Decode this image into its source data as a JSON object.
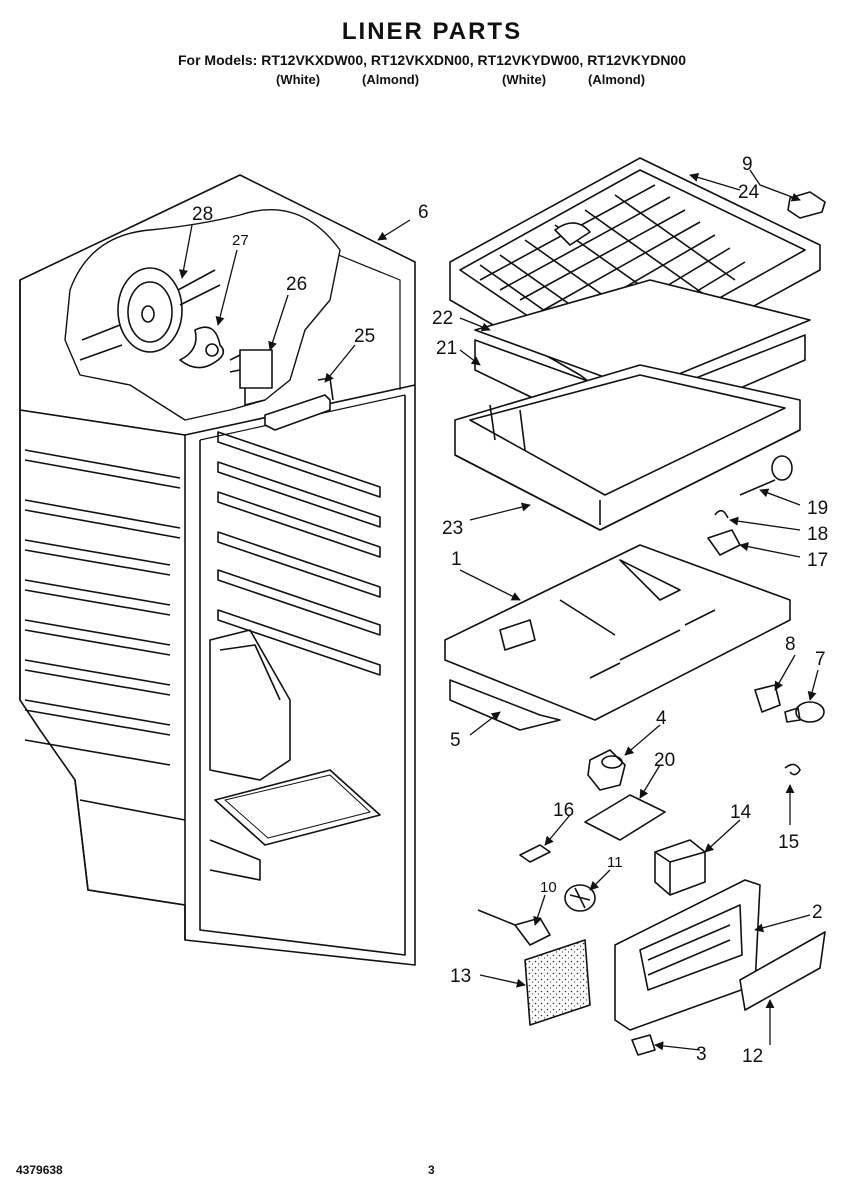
{
  "header": {
    "title": "LINER PARTS",
    "models_line": "For Models: RT12VKXDW00, RT12VKXDN00, RT12VKYDW00, RT12VKYDN00",
    "colors": [
      "(White)",
      "(Almond)",
      "(White)",
      "(Almond)"
    ]
  },
  "parts": {
    "p1": "1",
    "p2": "2",
    "p3": "3",
    "p4": "4",
    "p5": "5",
    "p6": "6",
    "p7": "7",
    "p8": "8",
    "p9": "9",
    "p10": "10",
    "p11": "11",
    "p12": "12",
    "p13": "13",
    "p14": "14",
    "p15": "15",
    "p16": "16",
    "p17": "17",
    "p18": "18",
    "p19": "19",
    "p20": "20",
    "p21": "21",
    "p22": "22",
    "p23": "23",
    "p24": "24",
    "p25": "25",
    "p26": "26",
    "p27": "27",
    "p28": "28"
  },
  "footer": {
    "doc_number": "4379638",
    "page_number": "3"
  }
}
